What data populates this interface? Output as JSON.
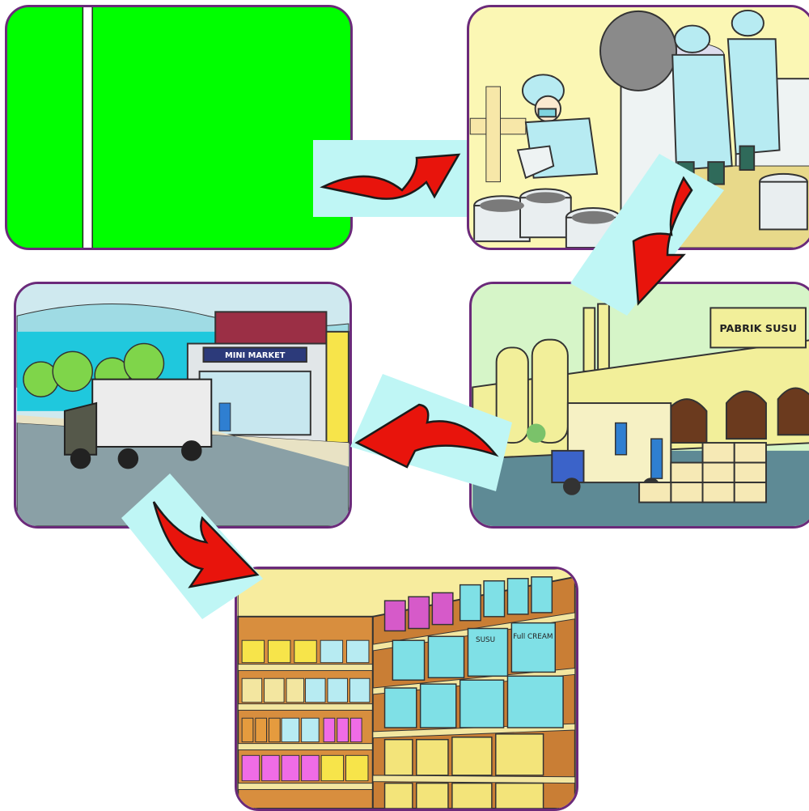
{
  "diagram": {
    "panels": [
      {
        "id": "panel-1",
        "background": "#00ff00"
      },
      {
        "id": "panel-2",
        "scene": "milk processing"
      },
      {
        "id": "panel-3",
        "scene": "milk factory loading",
        "sign_text": "PABRIK SUSU"
      },
      {
        "id": "panel-4",
        "scene": "delivery to minimarket",
        "sign_text": "MINI MARKET"
      },
      {
        "id": "panel-5",
        "scene": "store shelves",
        "label_susu": "SUSU",
        "label_cream": "Full CREAM"
      }
    ],
    "arrows": [
      {
        "from": "panel-1",
        "to": "panel-2"
      },
      {
        "from": "panel-2",
        "to": "panel-3"
      },
      {
        "from": "panel-3",
        "to": "panel-4"
      },
      {
        "from": "panel-4",
        "to": "panel-5"
      }
    ],
    "colors": {
      "border": "#6b2a7a",
      "arrow": "#e8140c",
      "arrow_bg": "#bff6f5"
    }
  }
}
